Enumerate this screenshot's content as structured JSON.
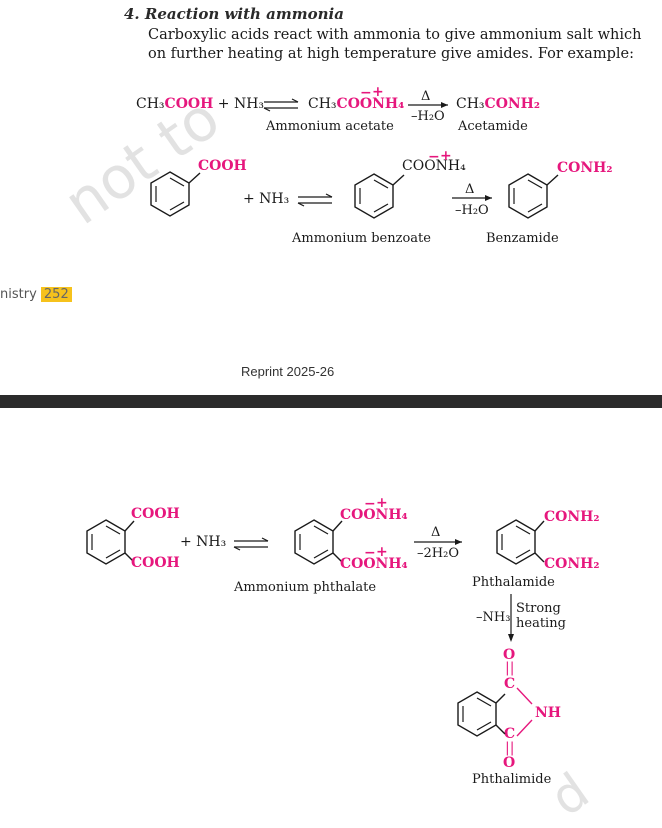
{
  "section": {
    "heading": "4. Reaction with ammonia",
    "line1": "Carboxylic acids react with ammonia to give ammonium salt which",
    "line2": "on further heating at high temperature give amides. For example:"
  },
  "watermark": {
    "top": "not to",
    "bottom": "d"
  },
  "symbols": {
    "minus": "−",
    "plus": "+",
    "heat": "Δ",
    "minus_water": "–H₂O",
    "minus_two_water": "–2H₂O",
    "minus_ammonia": "–NH₃",
    "ammonia": "+ NH₃"
  },
  "reaction1": {
    "ch3": "CH₃",
    "cooh": "COOH",
    "plus_nh3": " + NH₃",
    "coonh4": "COONH₄",
    "conh2": "CONH₂",
    "salt_label": "Ammonium acetate",
    "product_label": "Acetamide"
  },
  "reaction2": {
    "cooh": "COOH",
    "coo": "COO",
    "nh4": "NH₄",
    "conh2": "CONH₂",
    "salt_label": "Ammonium benzoate",
    "product_label": "Benzamide"
  },
  "reaction3": {
    "cooh_top": "COOH",
    "cooh_bottom": "COOH",
    "coonh4_top": "COONH₄",
    "coonh4_bottom": "COONH₄",
    "conh2_top": "CONH₂",
    "conh2_bottom": "CONH₂",
    "salt_label": "Ammonium phthalate",
    "product_label": "Phthalamide",
    "condition_line1": "Strong",
    "condition_line2": "heating",
    "imide_o": "O",
    "imide_c": "C",
    "imide_nh": "NH",
    "final_label": "Phthalimide"
  },
  "page": {
    "subject": "nistry",
    "number": "252",
    "footer": "Reprint 2025-26"
  },
  "colors": {
    "accent": "#e6177d",
    "highlight": "#f6c21c",
    "band": "#2b2b2b"
  }
}
